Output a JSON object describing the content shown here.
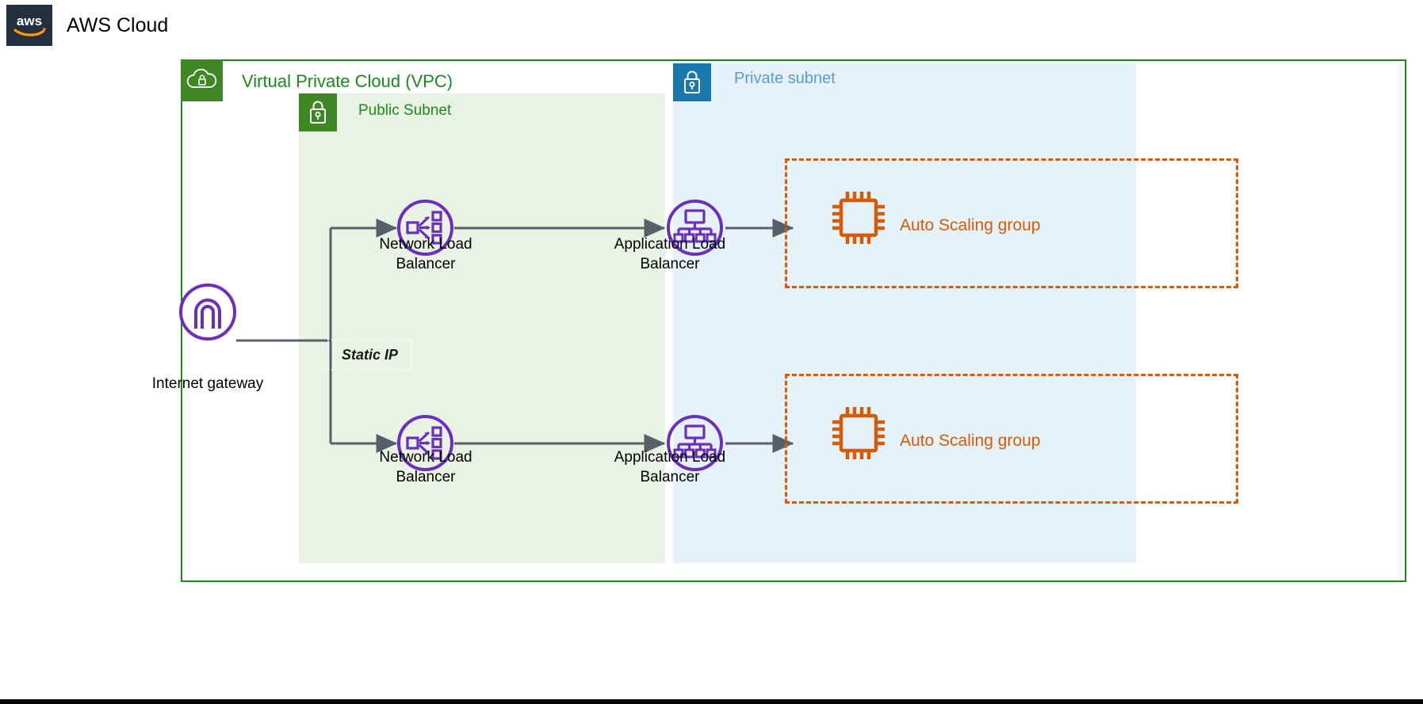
{
  "header": {
    "logo_icon": "aws-logo-icon",
    "title": "AWS Cloud"
  },
  "colors": {
    "aws_navy": "#232F3E",
    "vpc_green": "#1a8a1a",
    "vpc_icon_green": "#3F8624",
    "public_subnet_fill": "#E8F3E4",
    "private_subnet_fill": "#E6F2FA",
    "private_icon_blue": "#1B78AE",
    "private_title_blue": "#5B9BD5",
    "asg_orange": "#D45B07",
    "node_purple": "#6B2FBD",
    "connector_gray": "#56606B",
    "text_black": "#000000"
  },
  "vpc": {
    "title": "Virtual Private Cloud (VPC)",
    "icon": "vpc-cloud-lock-icon"
  },
  "public_subnet": {
    "title": "Public Subnet",
    "icon": "subnet-lock-icon"
  },
  "private_subnet": {
    "title": "Private subnet",
    "icon": "subnet-lock-icon"
  },
  "internet_gateway": {
    "label": "Internet gateway",
    "icon": "internet-gateway-icon"
  },
  "static_ip": {
    "label": "Static IP"
  },
  "nodes": [
    {
      "id": "nlb-top",
      "label": "Network Load\nBalancer",
      "icon": "network-load-balancer-icon"
    },
    {
      "id": "alb-top",
      "label": "Application Load\nBalancer",
      "icon": "application-load-balancer-icon"
    },
    {
      "id": "nlb-bottom",
      "label": "Network Load\nBalancer",
      "icon": "network-load-balancer-icon"
    },
    {
      "id": "alb-bottom",
      "label": "Application Load\nBalancer",
      "icon": "application-load-balancer-icon"
    }
  ],
  "auto_scaling_groups": [
    {
      "id": "asg-top",
      "label": "Auto Scaling group",
      "icon": "ec2-instance-chip-icon"
    },
    {
      "id": "asg-bottom",
      "label": "Auto Scaling group",
      "icon": "ec2-instance-chip-icon"
    }
  ]
}
